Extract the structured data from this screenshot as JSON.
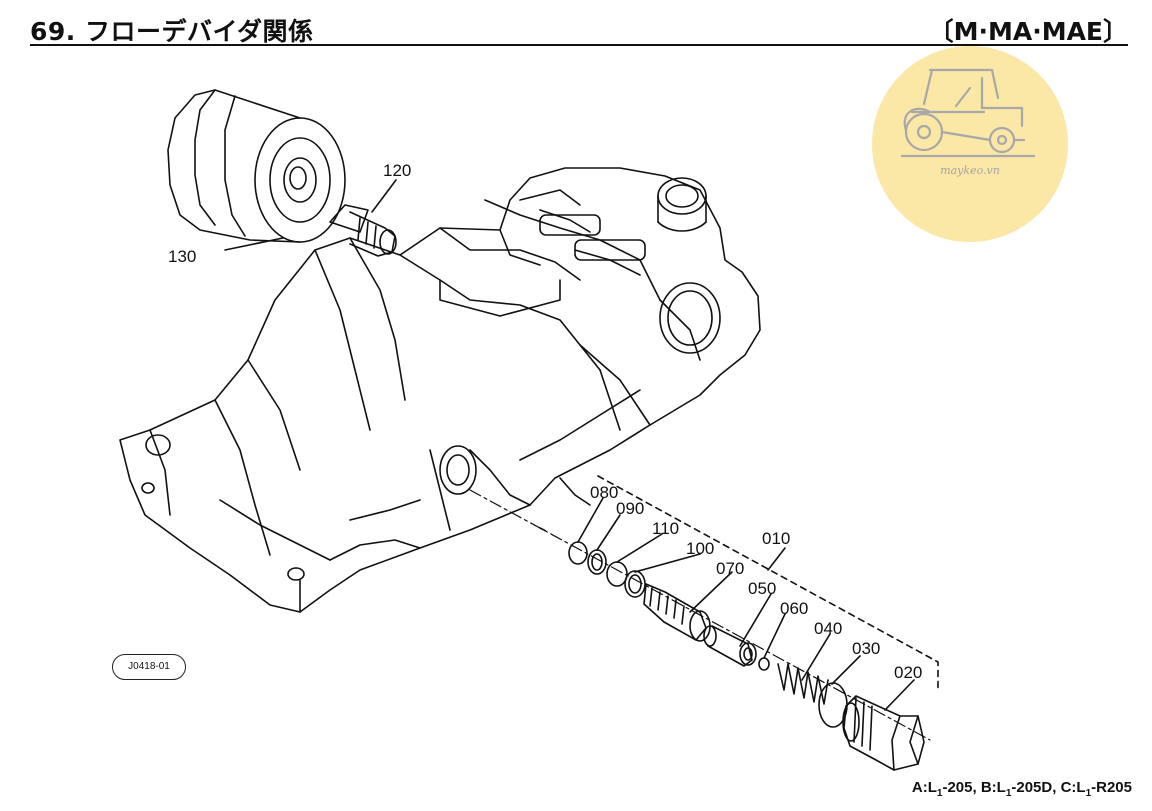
{
  "header": {
    "title": "69. フローデバイダ関係",
    "models": "〔M·MA·MAE〕"
  },
  "watermark": {
    "text": "maykeo.vn",
    "icon": "tractor-icon",
    "color": "#fbe7a6"
  },
  "diagram": {
    "figure_id": "J0418-01",
    "callouts": {
      "p010": "010",
      "p020": "020",
      "p030": "030",
      "p040": "040",
      "p050": "050",
      "p060": "060",
      "p070": "070",
      "p080": "080",
      "p090": "090",
      "p100": "100",
      "p110": "110",
      "p120": "120",
      "p130": "130"
    }
  },
  "footnote": {
    "a_prefix": "A:L",
    "a_sub": "1",
    "a_model": "-205, ",
    "b_prefix": "B:L",
    "b_sub": "1",
    "b_model": "-205D, ",
    "c_prefix": "C:L",
    "c_sub": "1",
    "c_model": "-R205"
  }
}
